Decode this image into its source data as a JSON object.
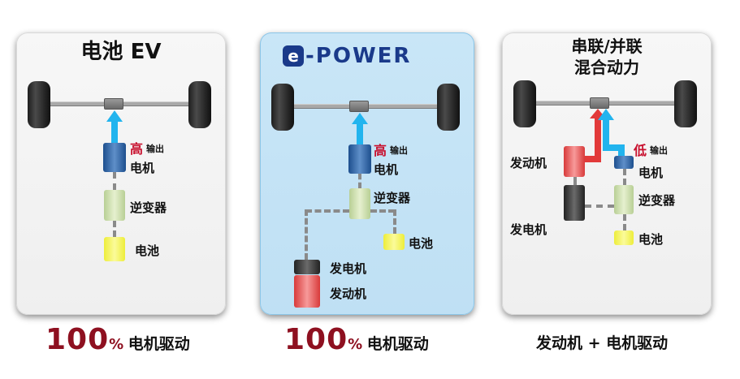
{
  "panels": {
    "ev": {
      "title": "电池 EV",
      "output_level": "高",
      "output_label": "输出",
      "motor": "电机",
      "inverter": "逆变器",
      "battery": "电池"
    },
    "epower": {
      "logo_letter": "e",
      "logo_text": "-POWER",
      "output_level": "高",
      "output_label": "输出",
      "motor": "电机",
      "inverter": "逆变器",
      "battery": "电池",
      "generator": "发电机",
      "engine": "发动机"
    },
    "hybrid": {
      "title_line1": "串联/并联",
      "title_line2": "混合动力",
      "output_level": "低",
      "output_label": "输出",
      "engine": "发动机",
      "motor": "电机",
      "inverter": "逆变器",
      "generator": "发电机",
      "battery": "电池"
    }
  },
  "captions": {
    "ev": {
      "value": "100",
      "unit": "%",
      "text": "电机驱动"
    },
    "epower": {
      "value": "100",
      "unit": "%",
      "text": "电机驱动"
    },
    "hybrid": {
      "text": "发动机 + 电机驱动"
    }
  },
  "colors": {
    "drive_arrow": "#22b4ee",
    "engine_drive": "#e23a3a",
    "emphasis": "#8e1020",
    "epower_panel_bg": "#c9e6f7"
  }
}
